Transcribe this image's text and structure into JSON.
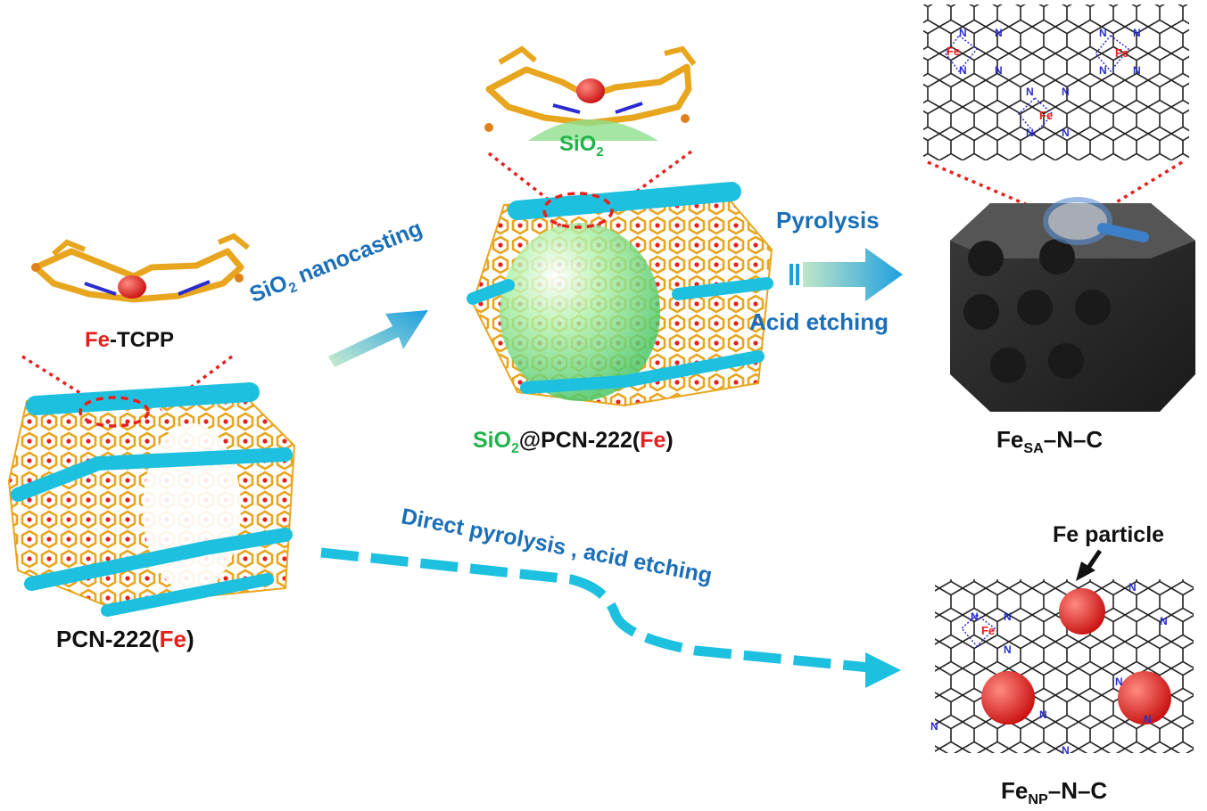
{
  "colors": {
    "linker": "#e8a51e",
    "cluster": "#1ec0df",
    "iron": "#e8201d",
    "nitrogen": "#2b2bd0",
    "silica": "#7fdc7f",
    "silica_text": "#21b24a",
    "arrow": "#1e9fe0",
    "carbon_block": "#2b2b2b",
    "dashed_red": "#e8201d"
  },
  "icons": [
    "porphyrin-molecule-icon",
    "mof-cylinder-icon",
    "carbon-block-icon",
    "magnifier-icon",
    "fe-cluster-icon"
  ],
  "labels": {
    "fe_tcpp_red": "Fe",
    "fe_tcpp_black": "-TCPP",
    "pcn_black1": "PCN-222(",
    "pcn_red": "Fe",
    "pcn_black2": ")",
    "sio2_top_main": "SiO",
    "sio2_top_sub": "2",
    "sio2_pcn_green": "SiO",
    "sio2_pcn_green_sub": "2",
    "sio2_pcn_black": "@PCN-222(",
    "sio2_pcn_red": "Fe",
    "sio2_pcn_close": ")",
    "nanocasting_pre": "SiO",
    "nanocasting_sub": "2",
    "nanocasting_post": " nanocasting",
    "pyrolysis": "Pyrolysis",
    "acid_etching": "Acid etching",
    "fesa_main": "Fe",
    "fesa_sub": "SA",
    "fesa_post": "–N–C",
    "direct": "Direct pyrolysis , acid etching",
    "fe_particle": "Fe particle",
    "fenp_main": "Fe",
    "fenp_sub": "NP",
    "fenp_post": "–N–C",
    "atom_fe": "Fe",
    "atom_n": "N"
  }
}
